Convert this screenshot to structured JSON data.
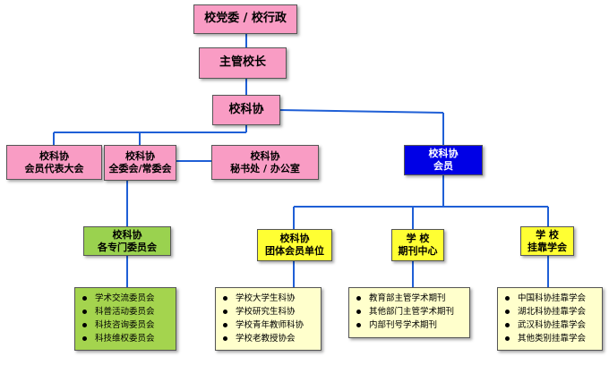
{
  "nodes": {
    "party": {
      "line1": "校党委 / 校行政"
    },
    "president": {
      "line1": "主管校长"
    },
    "assoc": {
      "line1": "校科协"
    },
    "congress": {
      "line1": "校科协",
      "line2": "会员代表大会"
    },
    "committee": {
      "line1": "校科协",
      "line2": "全委会/常委会"
    },
    "secretariat": {
      "line1": "校科协",
      "line2": "秘书处 / 办公室"
    },
    "members": {
      "line1": "校科协",
      "line2": "会员"
    },
    "specialized": {
      "line1": "校科协",
      "line2": "各专门委员会"
    },
    "group_members": {
      "line1": "校科协",
      "line2": "团体会员单位"
    },
    "journals": {
      "line1": "学  校",
      "line2": "期刊中心"
    },
    "affiliated": {
      "line1": "学  校",
      "line2": "挂靠学会"
    }
  },
  "lists": {
    "specialized_items": [
      "学术交流委员会",
      "科普活动委员会",
      "科技咨询委员会",
      "科技维权委员会"
    ],
    "group_items": [
      "学校大学生科协",
      "学校研究生科协",
      "学校青年教师科协",
      "学校老教授协会"
    ],
    "journal_items": [
      "教育部主管学术期刊",
      "其他部门主管学术期刊",
      "内部刊号学术期刊"
    ],
    "affiliated_items": [
      "中国科协挂靠学会",
      "湖北科协挂靠学会",
      "武汉科协挂靠学会",
      "其他类别挂靠学会"
    ]
  },
  "colors": {
    "connector": "#1f5fd6",
    "pink_box": "#f99cc4",
    "member_box": "#0000e6",
    "green_box": "#9ad24f",
    "yellow_box": "#ffff33",
    "cream_list": "#ffffcc"
  }
}
